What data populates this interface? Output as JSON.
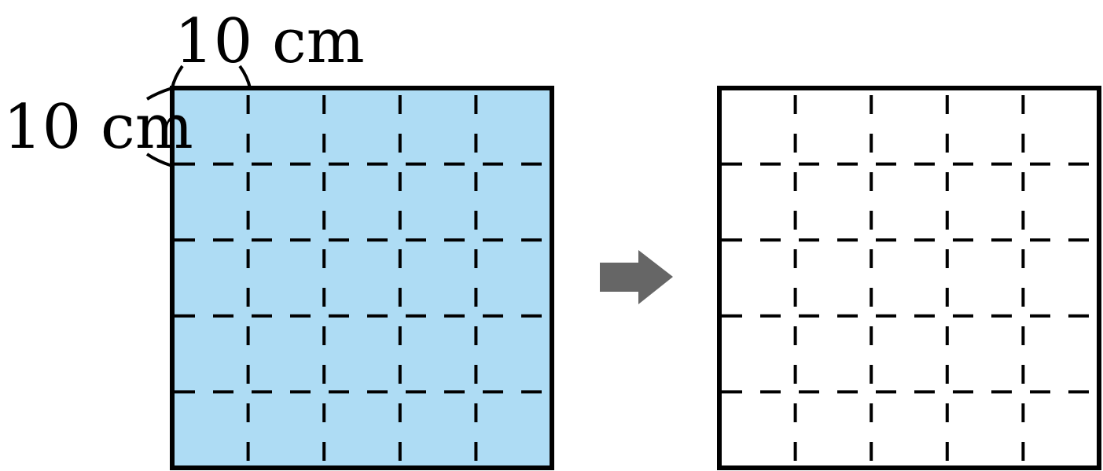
{
  "labels": {
    "top_dimension": "10 cm",
    "left_dimension": "10 cm"
  },
  "grid": {
    "rows": 5,
    "columns": 5
  },
  "colors": {
    "filled_square": "#aedcf4",
    "empty_square": "#ffffff",
    "outline": "#000000",
    "arrow": "#666666"
  },
  "icons": {
    "arrow": "right-arrow-icon"
  }
}
